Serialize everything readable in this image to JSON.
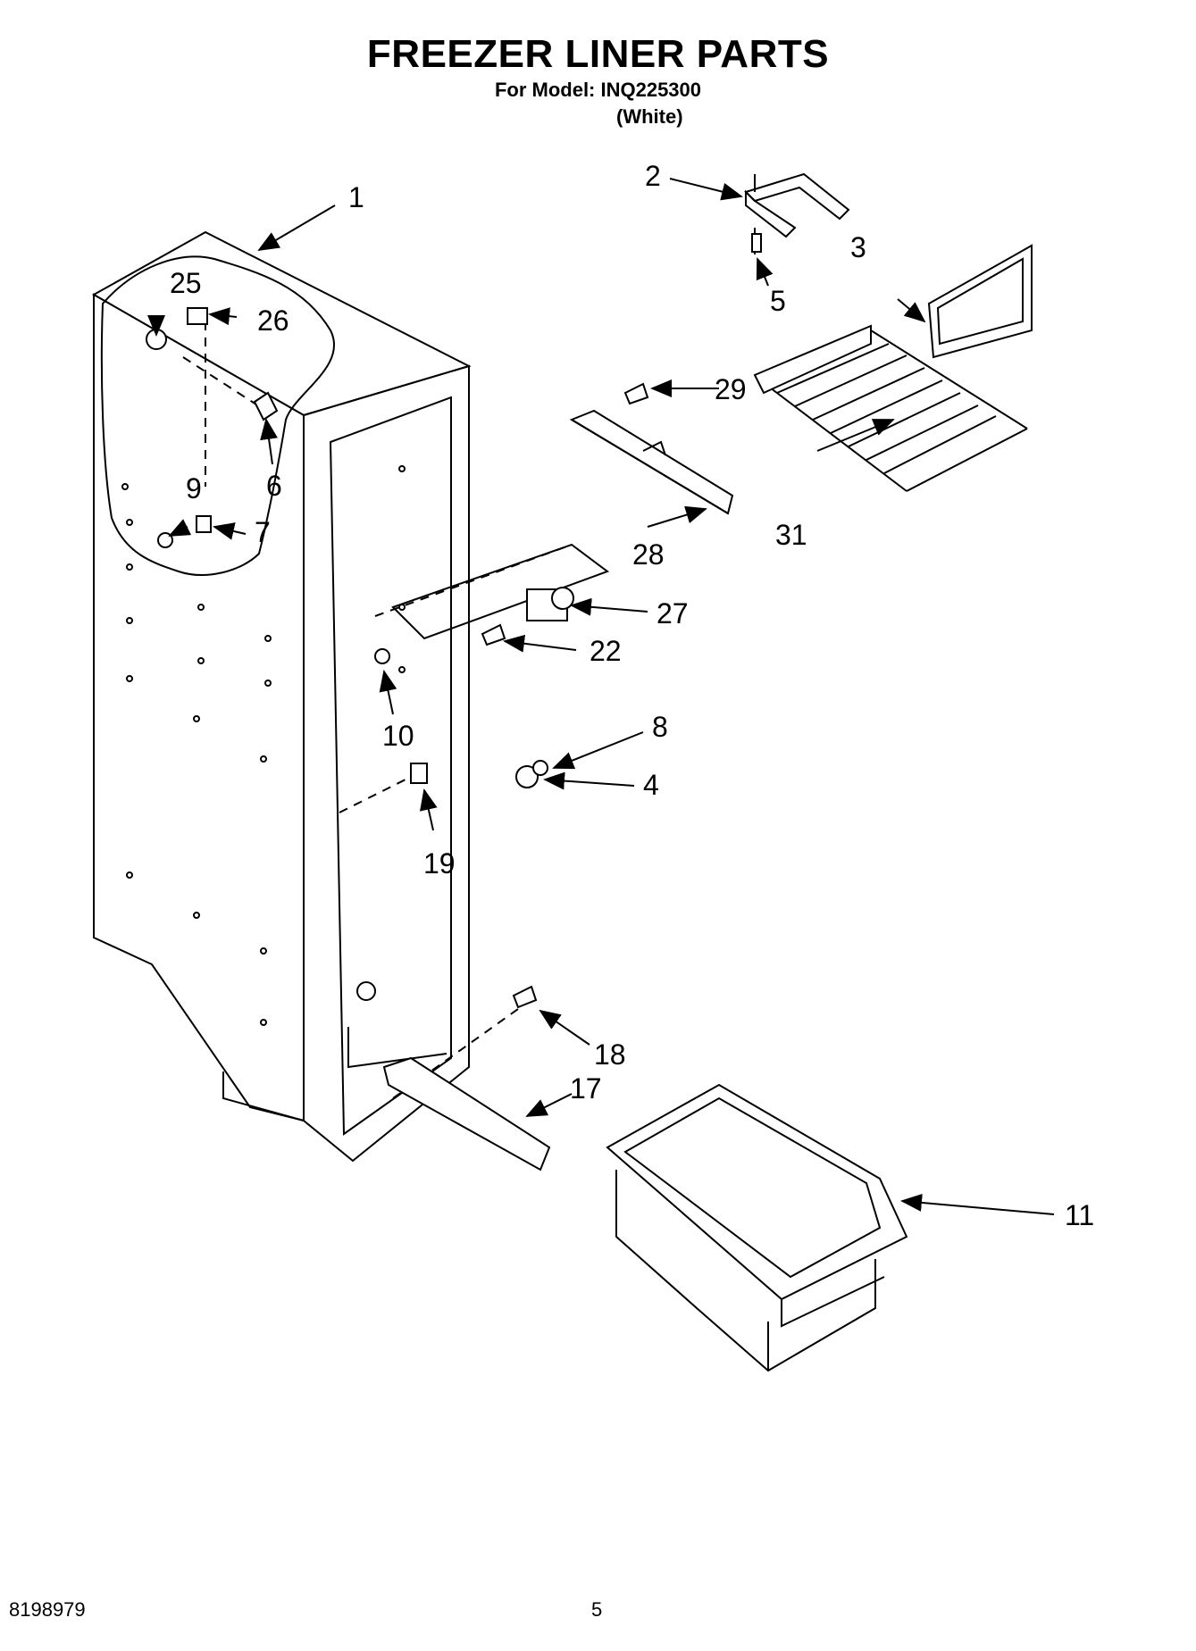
{
  "header": {
    "title": "FREEZER LINER PARTS",
    "model_line": "For Model: INQ225300",
    "color_line": "(White)"
  },
  "footer": {
    "doc_number": "8198979",
    "page_number": "5"
  },
  "callouts": [
    "1",
    "2",
    "3",
    "4",
    "5",
    "6",
    "7",
    "8",
    "9",
    "10",
    "11",
    "17",
    "18",
    "19",
    "22",
    "25",
    "26",
    "27",
    "28",
    "29",
    "31"
  ]
}
